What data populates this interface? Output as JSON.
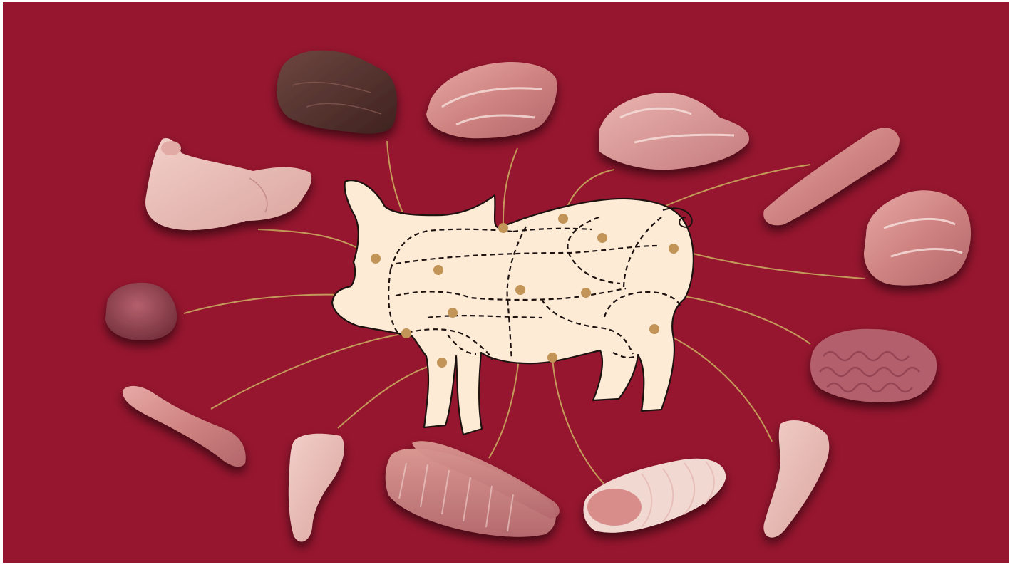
{
  "colors": {
    "background": "#96162f",
    "pig_fill": "#fdebd6",
    "pig_outline": "#1e1210",
    "leader": "#c49a5a",
    "marker": "#c29457"
  },
  "pig": {
    "cut_markers": [
      {
        "id": "head",
        "cut_image": "pig-head-image"
      },
      {
        "id": "neck-top",
        "cut_image": "liver-image"
      },
      {
        "id": "shoulder-top",
        "cut_image": "neck-steak-image"
      },
      {
        "id": "loin-top",
        "cut_image": "loin-chops-image"
      },
      {
        "id": "loin-rear",
        "cut_image": "tenderloin-image"
      },
      {
        "id": "ham",
        "cut_image": "ham-image"
      },
      {
        "id": "cheek",
        "cut_image": "heart-image"
      },
      {
        "id": "belly-center",
        "cut_image": "spare-ribs-image"
      },
      {
        "id": "leg-rear",
        "cut_image": "intestines-image"
      },
      {
        "id": "hock-rear",
        "cut_image": "hind-trotter-image"
      },
      {
        "id": "jowl",
        "cut_image": "neck-bones-image"
      },
      {
        "id": "front-leg",
        "cut_image": "front-trotter-image"
      },
      {
        "id": "belly-lower",
        "cut_image": "pork-belly-slices-image"
      },
      {
        "id": "chest",
        "cut_image": "ribs-image"
      }
    ]
  },
  "cut_images": [
    {
      "id": "liver-image",
      "kind": "organ"
    },
    {
      "id": "neck-steak-image",
      "kind": "cut"
    },
    {
      "id": "loin-chops-image",
      "kind": "cut"
    },
    {
      "id": "tenderloin-image",
      "kind": "cut"
    },
    {
      "id": "pig-head-image",
      "kind": "head"
    },
    {
      "id": "ham-image",
      "kind": "cut"
    },
    {
      "id": "heart-image",
      "kind": "organ"
    },
    {
      "id": "intestines-image",
      "kind": "organ"
    },
    {
      "id": "neck-bones-image",
      "kind": "cut"
    },
    {
      "id": "front-trotter-image",
      "kind": "trotter"
    },
    {
      "id": "spare-ribs-image",
      "kind": "cut"
    },
    {
      "id": "pork-belly-slices-image",
      "kind": "cut"
    },
    {
      "id": "hind-trotter-image",
      "kind": "trotter"
    }
  ]
}
